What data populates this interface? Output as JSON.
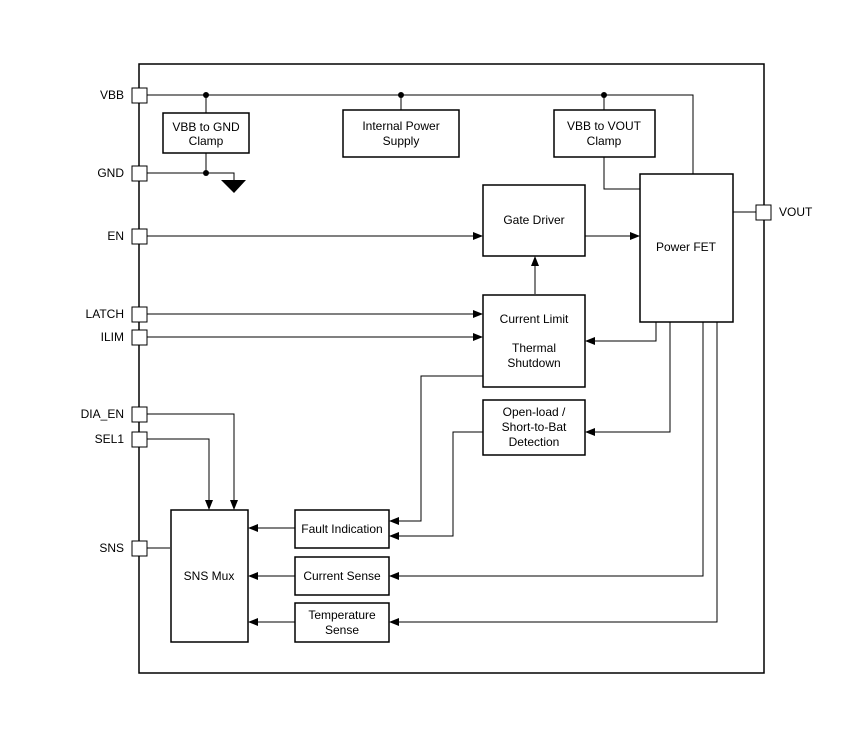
{
  "pins": {
    "vbb": "VBB",
    "gnd": "GND",
    "en": "EN",
    "latch": "LATCH",
    "ilim": "ILIM",
    "dia_en": "DIA_EN",
    "sel1": "SEL1",
    "sns": "SNS",
    "vout": "VOUT"
  },
  "blocks": {
    "vbb_gnd_clamp": [
      "VBB to GND",
      "Clamp"
    ],
    "internal_power_supply": [
      "Internal Power",
      "Supply"
    ],
    "vbb_vout_clamp": [
      "VBB to VOUT",
      "Clamp"
    ],
    "gate_driver": "Gate Driver",
    "power_fet": "Power FET",
    "current_limit": "Current Limit",
    "thermal_shutdown": [
      "Thermal",
      "Shutdown"
    ],
    "open_load": [
      "Open-load /",
      "Short-to-Bat",
      "Detection"
    ],
    "fault_indication": "Fault Indication",
    "current_sense": "Current Sense",
    "temperature_sense": [
      "Temperature",
      "Sense"
    ],
    "sns_mux": "SNS Mux"
  }
}
